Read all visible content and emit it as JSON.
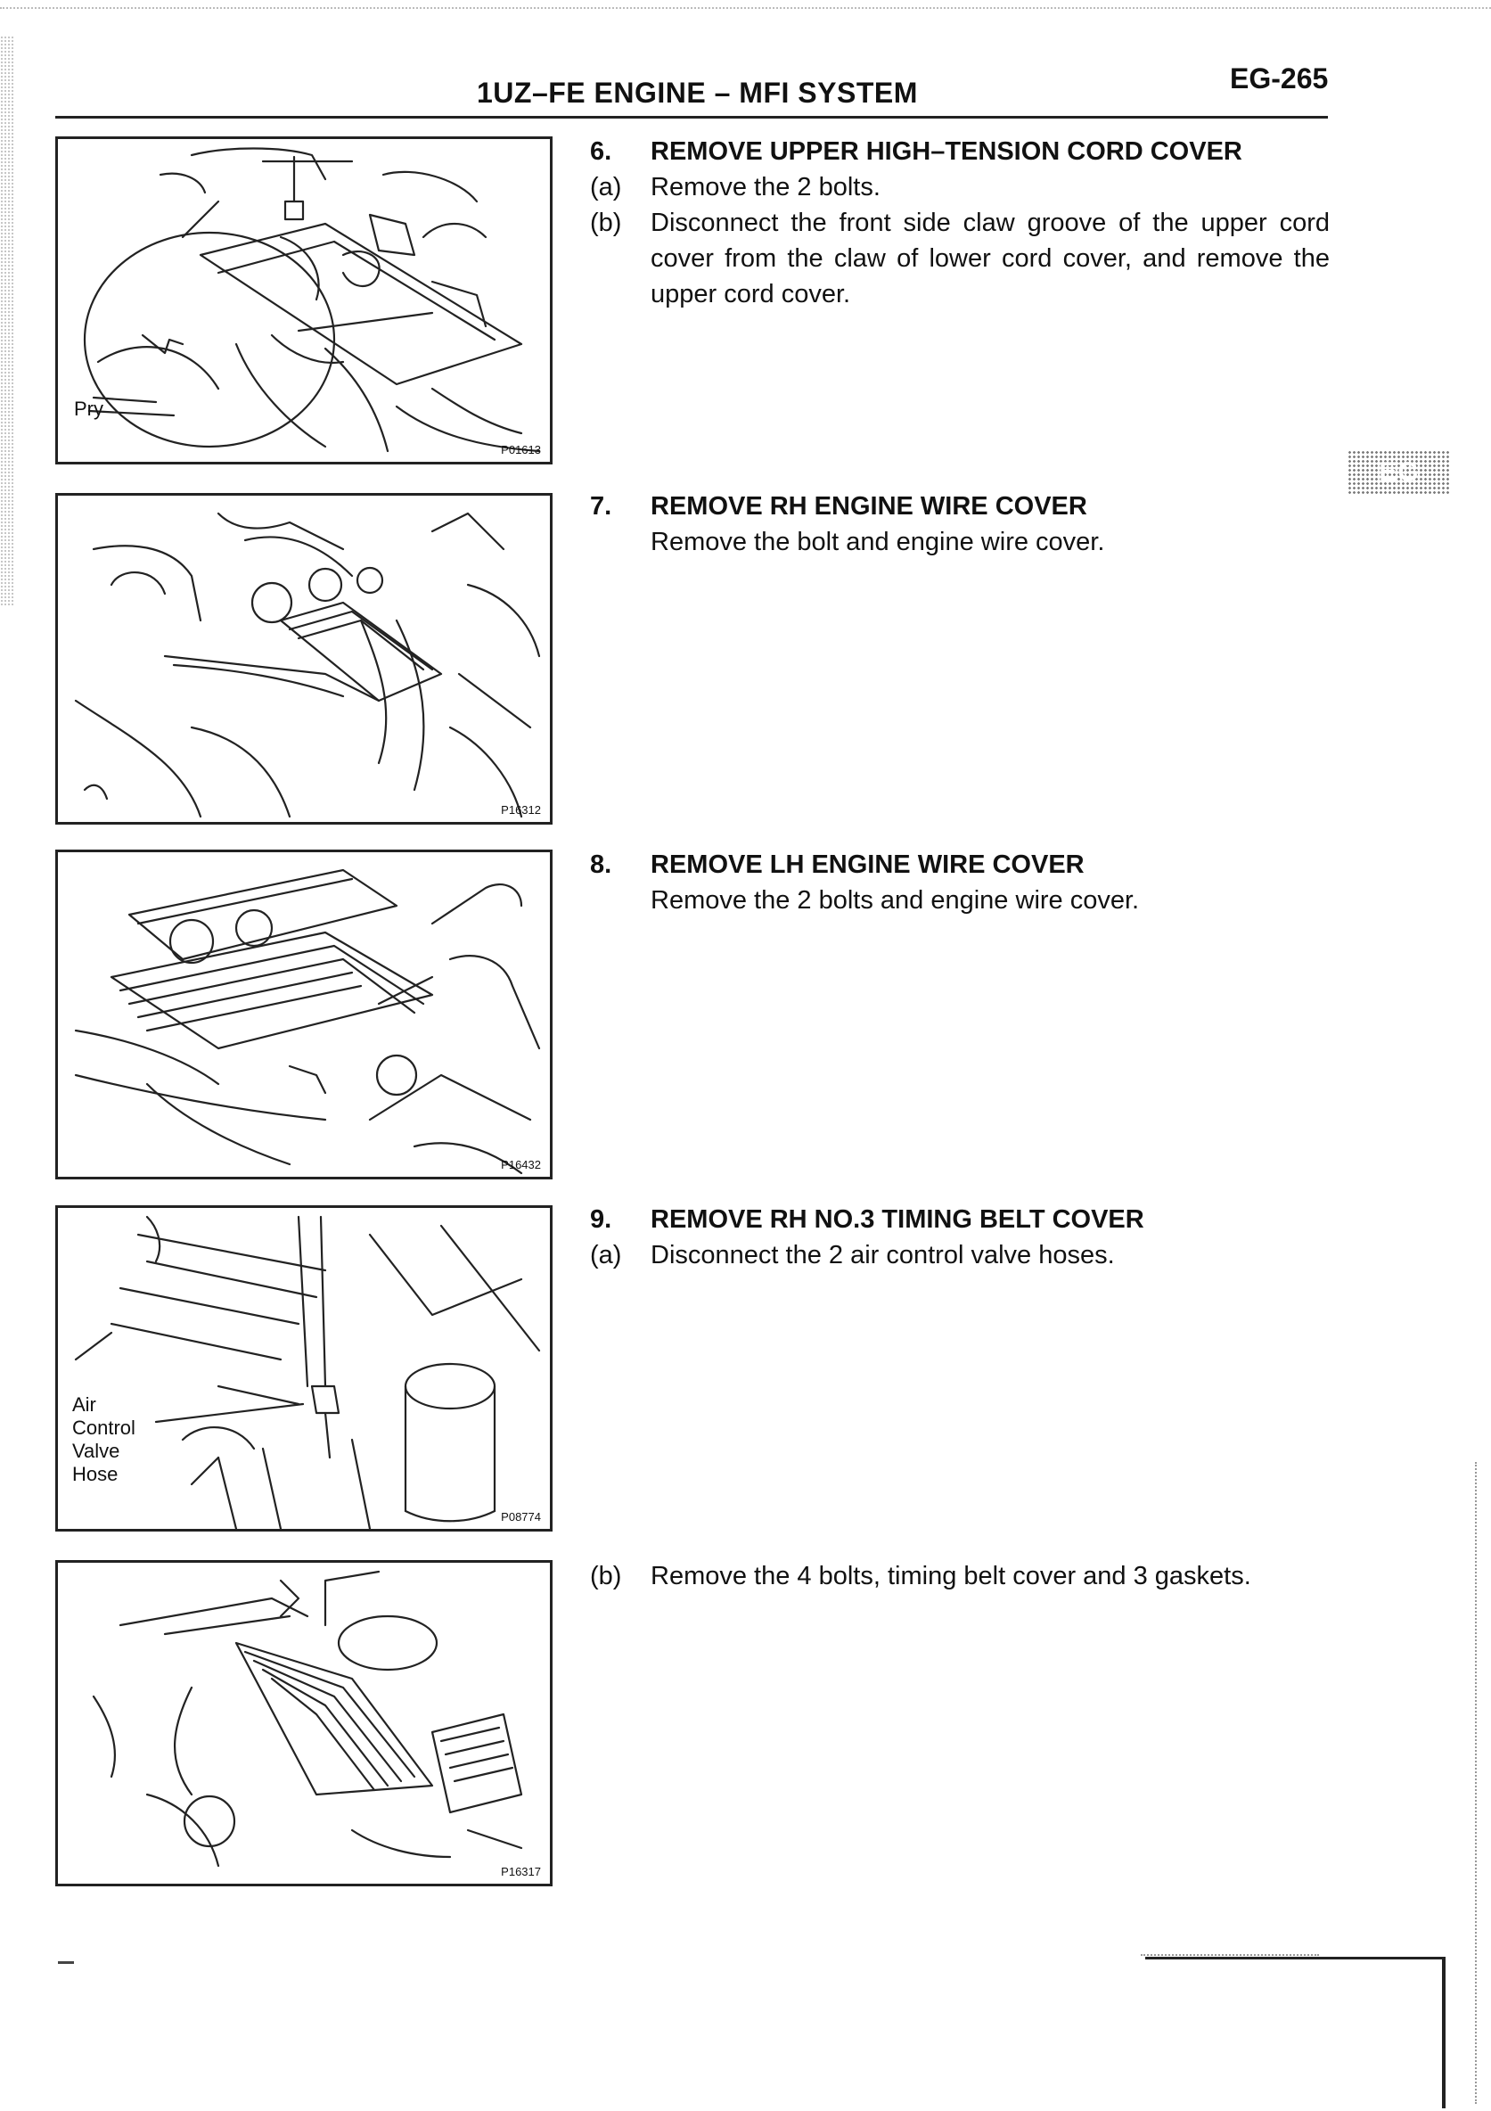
{
  "header": {
    "title": "1UZ–FE ENGINE – MFI SYSTEM",
    "page_code": "EG-265"
  },
  "section_tab": "EG",
  "figures": [
    {
      "code": "P01613",
      "labels": [
        "Pry"
      ]
    },
    {
      "code": "P16312",
      "labels": []
    },
    {
      "code": "P16432",
      "labels": []
    },
    {
      "code": "P08774",
      "labels": [
        "Air",
        "Control",
        "Valve",
        "Hose"
      ]
    },
    {
      "code": "P16317",
      "labels": []
    }
  ],
  "steps": [
    {
      "number": "6.",
      "title": "REMOVE UPPER HIGH–TENSION CORD COVER",
      "items": [
        {
          "key": "(a)",
          "text": "Remove the 2 bolts."
        },
        {
          "key": "(b)",
          "text": "Disconnect the front side claw groove of the upper cord cover from the claw of lower cord cover, and remove the upper cord cover."
        }
      ]
    },
    {
      "number": "7.",
      "title": "REMOVE RH ENGINE WIRE COVER",
      "body": "Remove the bolt and engine wire cover."
    },
    {
      "number": "8.",
      "title": "REMOVE LH ENGINE WIRE COVER",
      "body": "Remove the 2 bolts and engine wire cover."
    },
    {
      "number": "9.",
      "title": "REMOVE RH NO.3 TIMING BELT COVER",
      "items": [
        {
          "key": "(a)",
          "text": "Disconnect the 2 air control valve hoses."
        },
        {
          "key": "(b)",
          "text": "Remove the 4 bolts, timing belt cover and 3 gaskets."
        }
      ]
    }
  ]
}
